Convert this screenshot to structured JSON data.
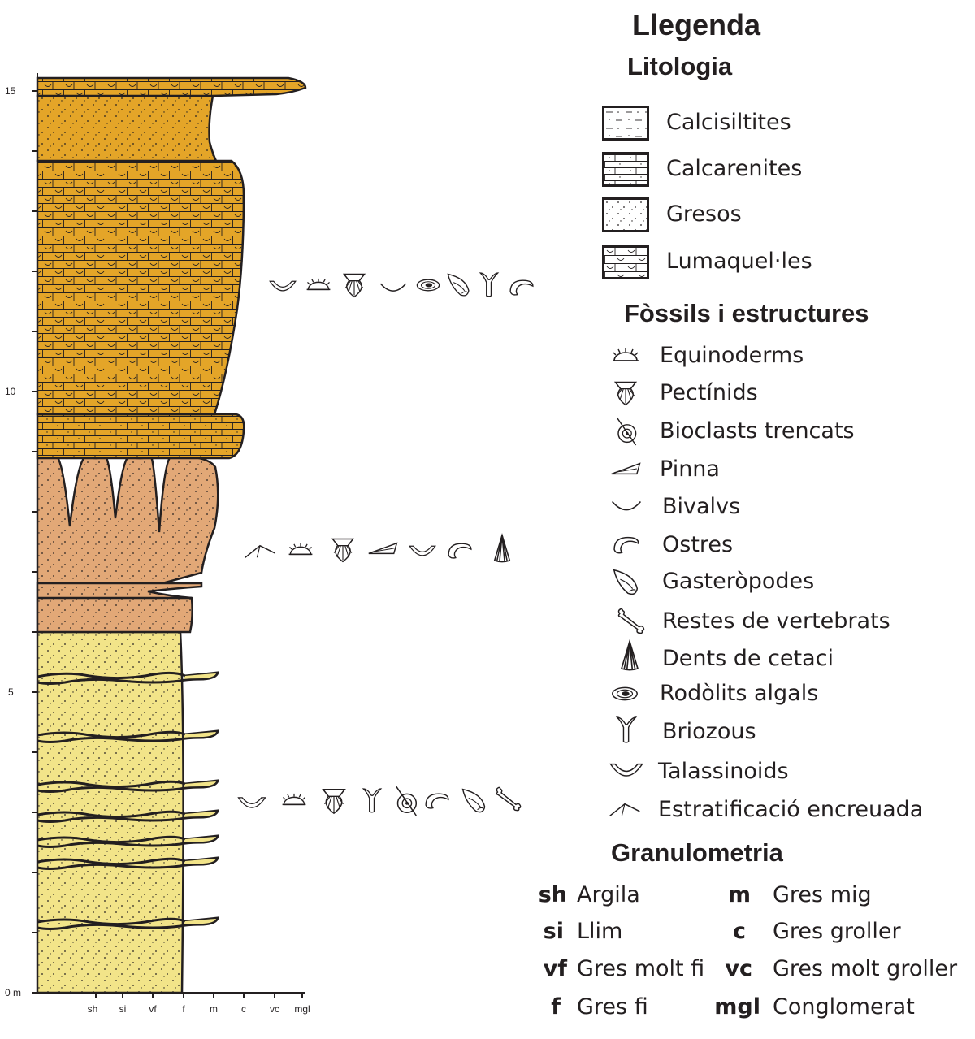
{
  "column": {
    "depth_ticks": [
      "0 m",
      "5",
      "10",
      "15"
    ],
    "grain_ticks": [
      "sh",
      "si",
      "vf",
      "f",
      "m",
      "c",
      "vc",
      "mgl"
    ]
  },
  "colors": {
    "sandstone_yellow": "#f2e489",
    "sandstone_orange": "#e2a877",
    "lumachelle_gold": "#e4a528",
    "outline": "#231f20"
  },
  "fossil_rows": {
    "upper": [
      "talassinoids-icon",
      "equinoderms-icon",
      "pectinids-icon",
      "bivalvs-icon",
      "rodolits-icon",
      "gasteropodes-icon",
      "briozous-icon",
      "ostres-icon"
    ],
    "middle": [
      "estratificacio-icon",
      "equinoderms-icon",
      "pectinids-icon",
      "pinna-icon",
      "talassinoids-icon",
      "ostres-icon",
      "dents-icon"
    ],
    "lower": [
      "talassinoids-icon",
      "equinoderms-icon",
      "pectinids-icon",
      "briozous-icon",
      "bioclasts-icon",
      "ostres-icon",
      "gasteropodes-icon",
      "vertebrats-icon"
    ]
  },
  "legend": {
    "title": "Llegenda",
    "lithology_title": "Litologia",
    "lithology": [
      {
        "label": "Calcisiltites",
        "pattern": "calcisiltite"
      },
      {
        "label": "Calcarenites",
        "pattern": "calcarenite"
      },
      {
        "label": "Gresos",
        "pattern": "sandstone"
      },
      {
        "label": "Lumaquel·les",
        "pattern": "lumachelle"
      }
    ],
    "fossils_title": "Fòssils i estructures",
    "fossils": [
      {
        "label": "Equinoderms",
        "icon": "equinoderms-icon"
      },
      {
        "label": "Pectínids",
        "icon": "pectinids-icon"
      },
      {
        "label": "Bioclasts trencats",
        "icon": "bioclasts-icon"
      },
      {
        "label": "Pinna",
        "icon": "pinna-icon"
      },
      {
        "label": "Bivalvs",
        "icon": "bivalvs-icon"
      },
      {
        "label": "Ostres",
        "icon": "ostres-icon"
      },
      {
        "label": "Gasteròpodes",
        "icon": "gasteropodes-icon"
      },
      {
        "label": "Restes de vertebrats",
        "icon": "vertebrats-icon"
      },
      {
        "label": "Dents de cetaci",
        "icon": "dents-icon"
      },
      {
        "label": "Rodòlits algals",
        "icon": "rodolits-icon"
      },
      {
        "label": "Briozous",
        "icon": "briozous-icon"
      },
      {
        "label": "Talassinoids",
        "icon": "talassinoids-icon"
      },
      {
        "label": "Estratificació encreuada",
        "icon": "estratificacio-icon"
      }
    ],
    "granulometry_title": "Granulometria",
    "granulometry": [
      {
        "abbr": "sh",
        "name": "Argila"
      },
      {
        "abbr": "si",
        "name": "Llim"
      },
      {
        "abbr": "vf",
        "name": "Gres molt fi"
      },
      {
        "abbr": "f",
        "name": "Gres fi"
      },
      {
        "abbr": "m",
        "name": "Gres mig"
      },
      {
        "abbr": "c",
        "name": "Gres groller"
      },
      {
        "abbr": "vc",
        "name": "Gres molt groller"
      },
      {
        "abbr": "mgl",
        "name": "Conglomerat"
      }
    ]
  }
}
